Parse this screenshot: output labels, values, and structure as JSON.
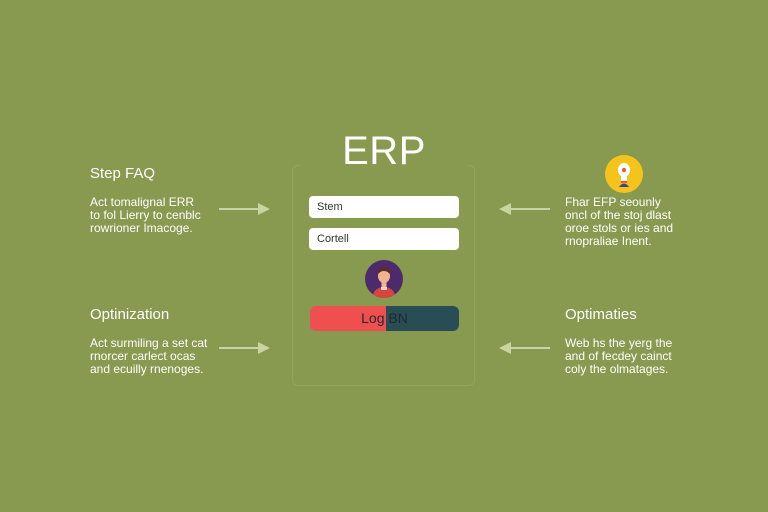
{
  "colors": {
    "background": "#879a4f",
    "login_left": "#ef4f4f",
    "login_right": "#284d55",
    "avatar_bg": "#4c2b6d",
    "bulb": "#f4c41c"
  },
  "login": {
    "title": "ERP",
    "username_value": "Stem",
    "password_value": "Cortell",
    "avatar_icon": "user-avatar-icon",
    "button_label": "Log BN"
  },
  "left": {
    "top": {
      "heading": "Step FAQ",
      "lines": [
        "Act tomalignal ERR",
        "to fol Lierry to cenblc",
        "rowrioner Imacoge."
      ]
    },
    "bottom": {
      "heading": "Optinization",
      "lines": [
        "Act surmiling a set cat",
        "rnorcer carlect ocas",
        "and ecuilly rnenoges."
      ]
    }
  },
  "right": {
    "top": {
      "icon": "lightbulb-icon",
      "lines": [
        "Fhar EFP seounly",
        "oncl of the stoj dlast",
        "oroe stols or ies and",
        "rnopraliae Inent."
      ]
    },
    "bottom": {
      "heading": "Optimaties",
      "lines": [
        "Web hs the yerg the",
        "and of fecdey cainct",
        "coly the olmatages."
      ]
    }
  }
}
